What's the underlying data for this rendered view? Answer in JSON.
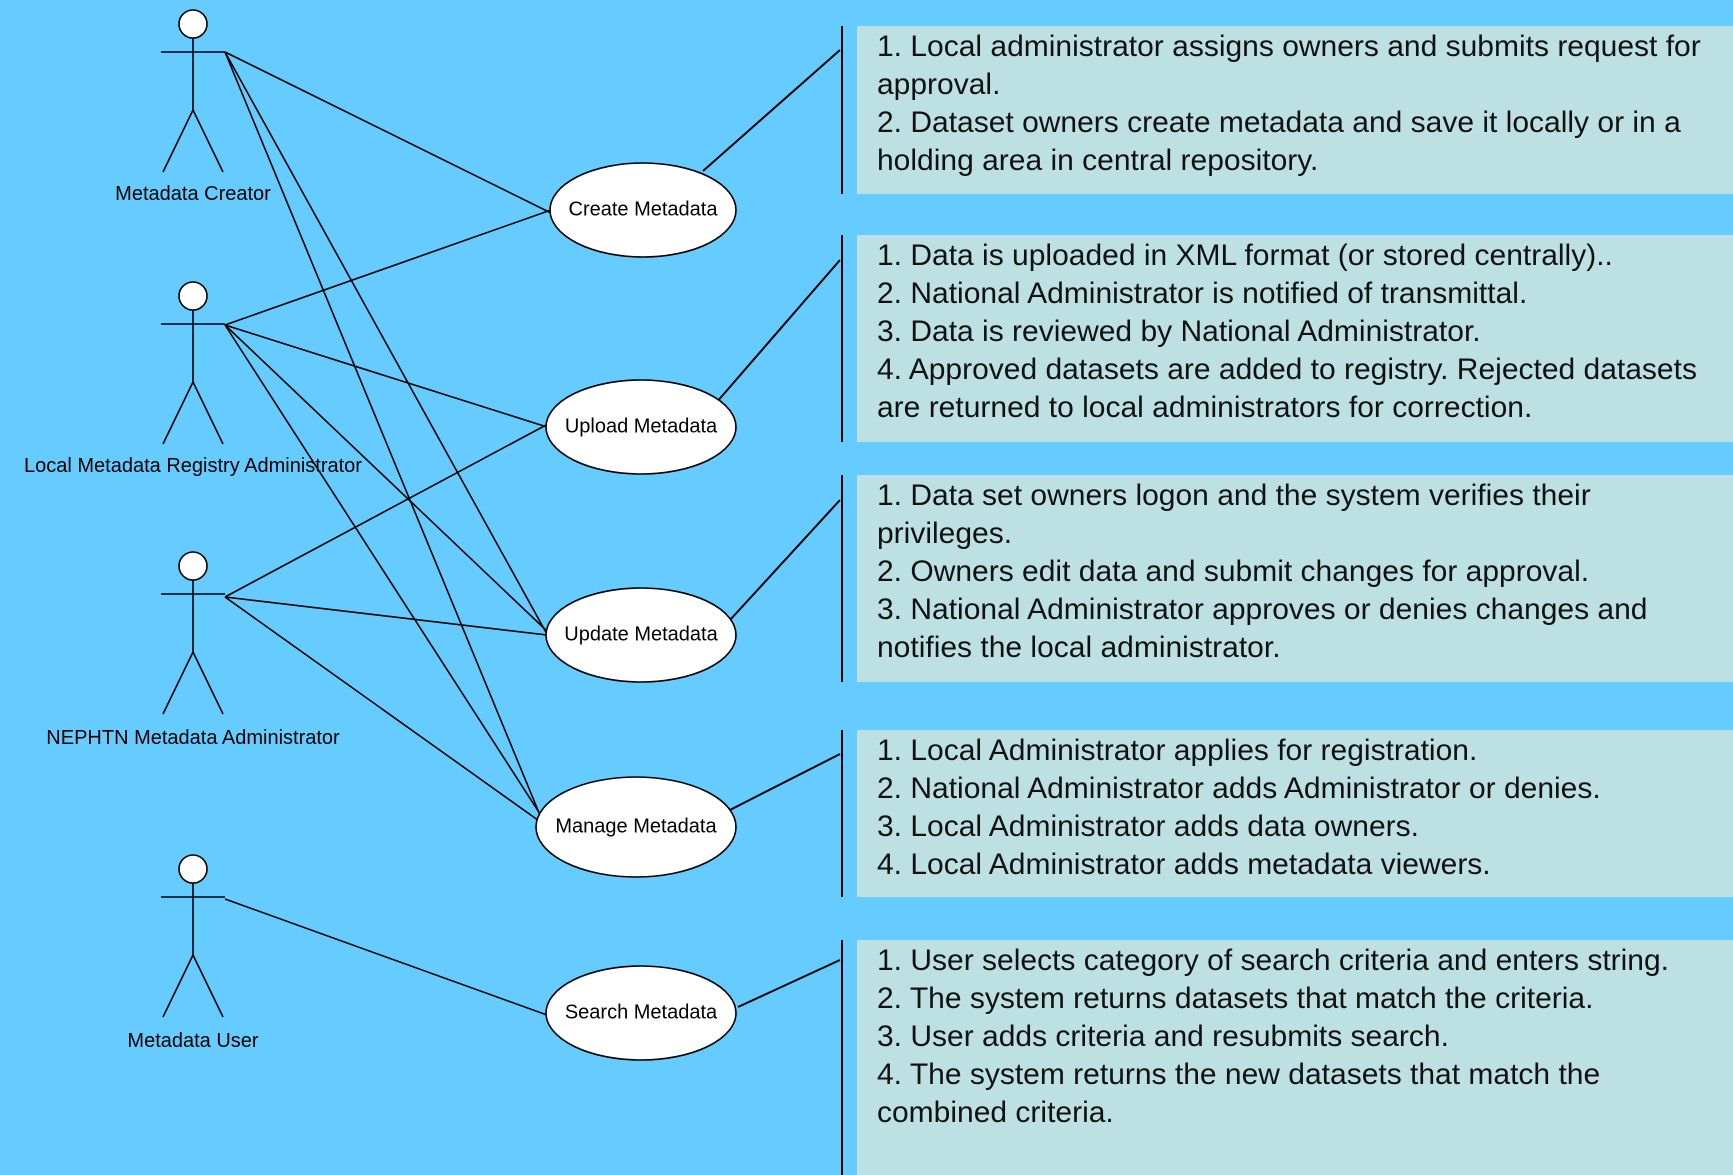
{
  "actors": [
    {
      "id": "creator",
      "name": "Metadata Creator"
    },
    {
      "id": "local_admin",
      "name": "Local Metadata Registry Administrator"
    },
    {
      "id": "nephtn_admin",
      "name": "NEPHTN Metadata Administrator"
    },
    {
      "id": "user",
      "name": "Metadata User"
    }
  ],
  "use_cases": [
    {
      "id": "create",
      "name": "Create Metadata"
    },
    {
      "id": "upload",
      "name": "Upload Metadata"
    },
    {
      "id": "update",
      "name": "Update Metadata"
    },
    {
      "id": "manage",
      "name": "Manage Metadata"
    },
    {
      "id": "search",
      "name": "Search Metadata"
    }
  ],
  "associations": [
    [
      "creator",
      "create"
    ],
    [
      "creator",
      "update"
    ],
    [
      "creator",
      "manage"
    ],
    [
      "local_admin",
      "create"
    ],
    [
      "local_admin",
      "upload"
    ],
    [
      "local_admin",
      "update"
    ],
    [
      "local_admin",
      "manage"
    ],
    [
      "nephtn_admin",
      "upload"
    ],
    [
      "nephtn_admin",
      "update"
    ],
    [
      "nephtn_admin",
      "manage"
    ],
    [
      "user",
      "search"
    ]
  ],
  "notes": [
    {
      "use_case": "create",
      "steps": [
        "1. Local administrator assigns owners and submits request for approval.",
        "2. Dataset owners create metadata and save it locally or in a holding area in central repository."
      ]
    },
    {
      "use_case": "upload",
      "steps": [
        "1. Data is uploaded in XML format (or stored centrally)..",
        "2. National Administrator is notified of transmittal.",
        "3. Data is reviewed by National Administrator.",
        "4. Approved datasets are added to registry.  Rejected datasets are returned to local administrators for correction."
      ]
    },
    {
      "use_case": "update",
      "steps": [
        "1. Data set owners logon and the system verifies their privileges.",
        "2. Owners edit data and submit changes for approval.",
        "3.  National Administrator approves or denies changes and notifies the local administrator."
      ]
    },
    {
      "use_case": "manage",
      "steps": [
        "1. Local Administrator applies for registration.",
        "2. National Administrator adds Administrator or denies.",
        "3. Local Administrator adds data owners.",
        "4. Local Administrator adds metadata viewers."
      ]
    },
    {
      "use_case": "search",
      "steps": [
        "1. User selects category of search criteria and enters string.",
        "2. The system returns datasets that match the criteria.",
        "3. User adds criteria and resubmits search.",
        "4. The system returns the new datasets that match the combined criteria."
      ]
    }
  ],
  "colors": {
    "background": "#66ccff",
    "note_fill": "#bde1e3",
    "line": "#000000",
    "shape_fill": "#ffffff"
  }
}
